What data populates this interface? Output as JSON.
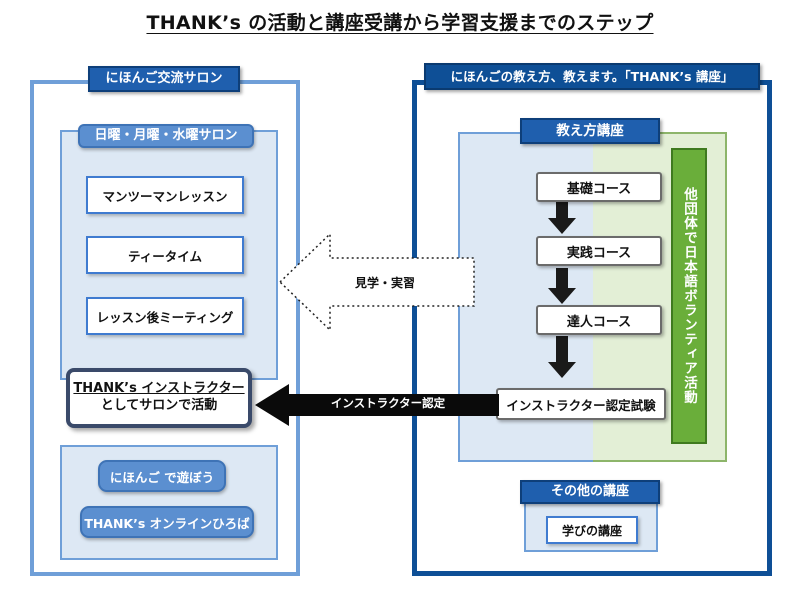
{
  "title": "THANK’s の活動と講座受講から学習支援までのステップ",
  "left": {
    "header": "にほんご交流サロン",
    "salon_header": "日曜・月曜・水曜サロン",
    "items": [
      "マンツーマンレッスン",
      "ティータイム",
      "レッスン後ミーティング"
    ],
    "instructor": {
      "line1": "THANK’s インストラクター",
      "line2": "としてサロンで活動"
    },
    "pills": [
      "にほんご で遊ぼう",
      "THANK’s オンラインひろば"
    ]
  },
  "right": {
    "header": "にほんごの教え方、教えます。「THANK’s 講座」",
    "teach_header": "教え方講座",
    "courses": [
      "基礎コース",
      "実践コース",
      "達人コース"
    ],
    "exam": "インストラクター認定試験",
    "volunteer": "他団体で日本語ボランティア活動",
    "other_header": "その他の講座",
    "other_item": "学びの講座"
  },
  "arrows": {
    "observe": "見学・実習",
    "certify": "インストラクター認定"
  },
  "colors": {
    "dark_blue": "#0e4f96",
    "mid_blue": "#5b8fd0",
    "light_blue": "#dde8f4",
    "green": "#6aae3a",
    "light_green": "#e3efd6"
  }
}
